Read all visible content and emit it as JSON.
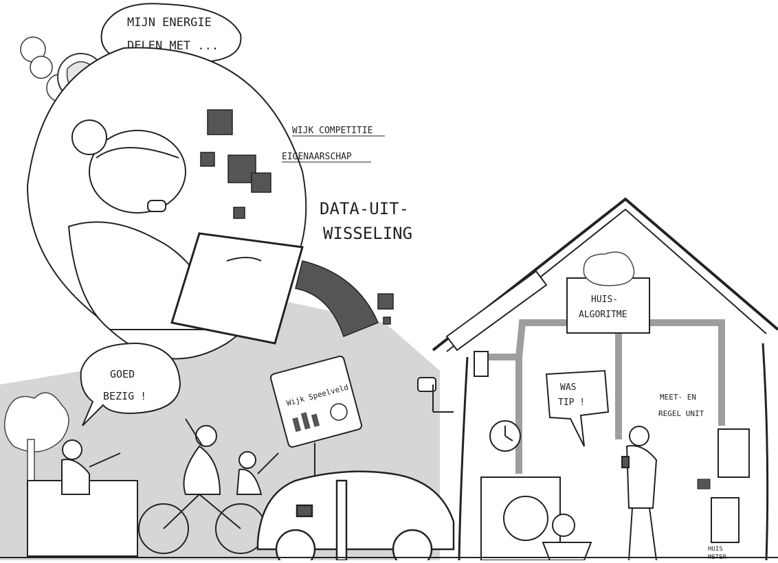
{
  "thought_bubble": {
    "line1": "MIJN ENERGIE",
    "line2": "DELEN MET ..."
  },
  "data_labels": {
    "competition": "WIJK COMPETITIE",
    "ownership": "EIGENAARSCHAP",
    "exchange_line1": "DATA-UIT-",
    "exchange_line2": "WISSELING"
  },
  "speech_bubble_good": {
    "line1": "GOED",
    "line2": "BEZIG !"
  },
  "billboard": {
    "title": "Wijk Speelveld"
  },
  "house": {
    "algorithm_line1": "HUIS-",
    "algorithm_line2": "ALGORITME",
    "wash_tip_line1": "WAS",
    "wash_tip_line2": "TIP !",
    "meter_unit_line1": "MEET- EN",
    "meter_unit_line2": "REGEL UNIT",
    "home_meter_line1": "HUIS",
    "home_meter_line2": "METER"
  },
  "colors": {
    "ink": "#1e1e1e",
    "gray_fill": "#bdbdbd",
    "dark_square": "#555555",
    "paper": "#ffffff"
  }
}
